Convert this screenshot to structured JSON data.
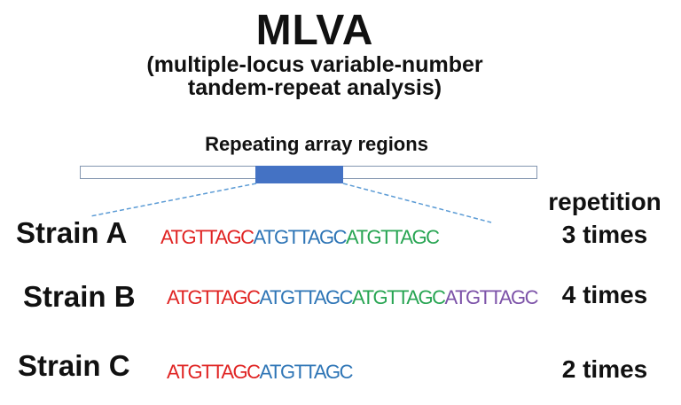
{
  "title": "MLVA",
  "subtitle": {
    "line1": "(multiple-locus variable-number",
    "line2": "tandem-repeat analysis)"
  },
  "diagram": {
    "region_label": "Repeating array regions",
    "colors": {
      "bar_border": "#8496B0",
      "bar_fill": "#FFFFFF",
      "repeat_region_fill": "#4472C4",
      "callout_line": "#5B9BD5"
    }
  },
  "repetition_header": "repetition",
  "repeat_unit": "ATGTTAGC",
  "repeat_unit_colors": [
    "#E02423",
    "#2E75B6",
    "#28A553",
    "#7C52A8"
  ],
  "strains": [
    {
      "label": "Strain A",
      "repeats": 3,
      "times": "3 times"
    },
    {
      "label": "Strain B",
      "repeats": 4,
      "times": "4 times"
    },
    {
      "label": "Strain C",
      "repeats": 2,
      "times": "2 times"
    }
  ]
}
